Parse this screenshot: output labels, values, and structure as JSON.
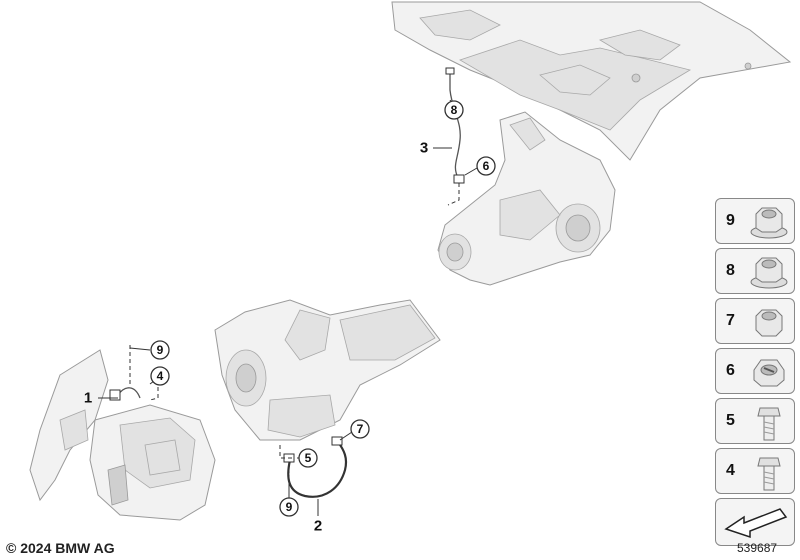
{
  "callouts": {
    "rear_upper_8": "8",
    "rear_label_3": "3",
    "rear_sensor_6": "6",
    "front_left_label_1": "1",
    "front_left_9": "9",
    "front_left_4": "4",
    "front_cable_7": "7",
    "front_cable_5": "5",
    "front_cable_9": "9",
    "front_label_2": "2"
  },
  "legend": {
    "items": [
      {
        "number": "9",
        "icon": "flange-nut-icon"
      },
      {
        "number": "8",
        "icon": "flange-nut-icon"
      },
      {
        "number": "7",
        "icon": "hex-nut-icon"
      },
      {
        "number": "6",
        "icon": "clip-nut-icon"
      },
      {
        "number": "5",
        "icon": "hex-bolt-icon"
      },
      {
        "number": "4",
        "icon": "hex-bolt-icon"
      }
    ],
    "direction_icon": "direction-arrow-icon"
  },
  "footer": {
    "copyright": "© 2024 BMW AG",
    "diagram_id": "539687"
  },
  "colors": {
    "line": "#333333",
    "part_fill": "#f2f2f2",
    "legend_bg": "#f4f4f4"
  }
}
